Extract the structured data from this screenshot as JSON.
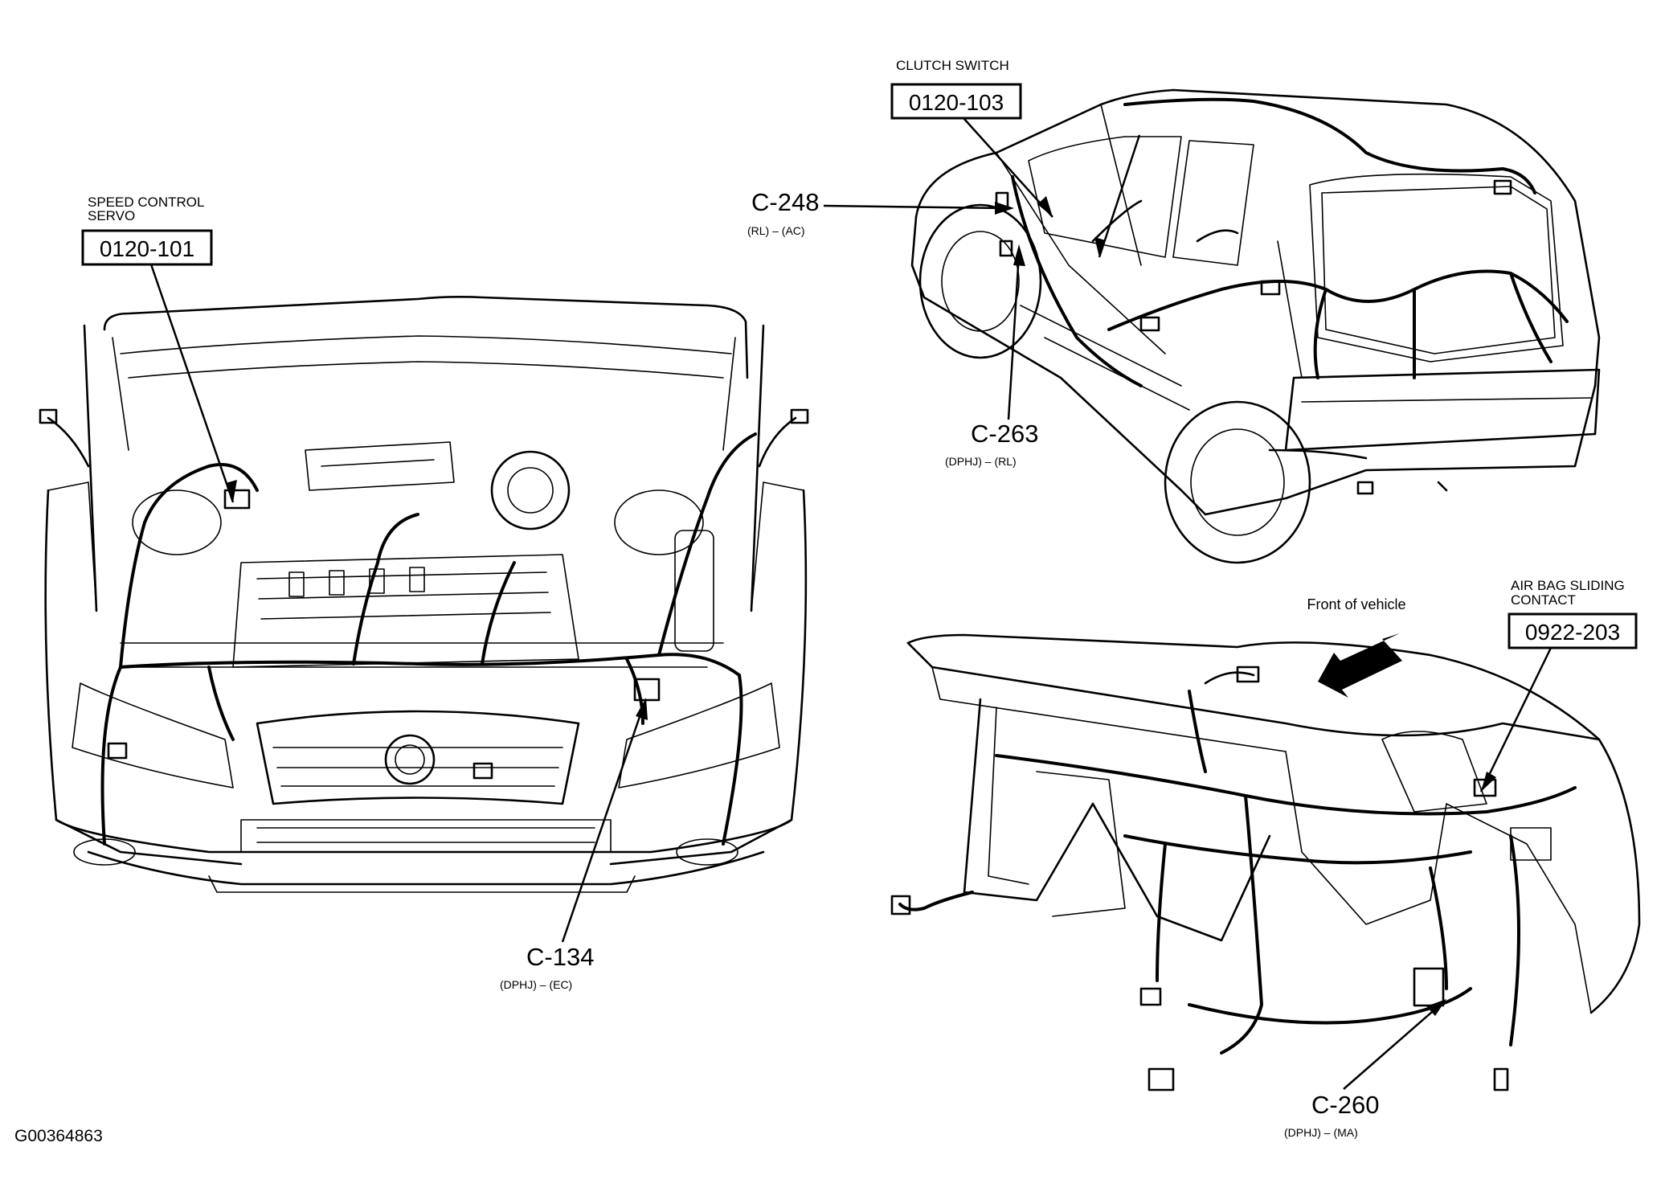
{
  "figure_id": "G00364863",
  "front_of_vehicle": "Front of vehicle",
  "callouts": {
    "speed_control_servo": {
      "title_line1": "SPEED CONTROL",
      "title_line2": "SERVO",
      "ref": "0120-101"
    },
    "clutch_switch": {
      "title": "CLUTCH SWITCH",
      "ref": "0120-103"
    },
    "air_bag_sliding_contact": {
      "title_line1": "AIR BAG SLIDING",
      "title_line2": "CONTACT",
      "ref": "0922-203"
    }
  },
  "connectors": {
    "c248": {
      "id": "C-248",
      "location": "(RL) – (AC)"
    },
    "c263": {
      "id": "C-263",
      "location": "(DPHJ) – (RL)"
    },
    "c134": {
      "id": "C-134",
      "location": "(DPHJ) – (EC)"
    },
    "c260": {
      "id": "C-260",
      "location": "(DPHJ) – (MA)"
    }
  }
}
